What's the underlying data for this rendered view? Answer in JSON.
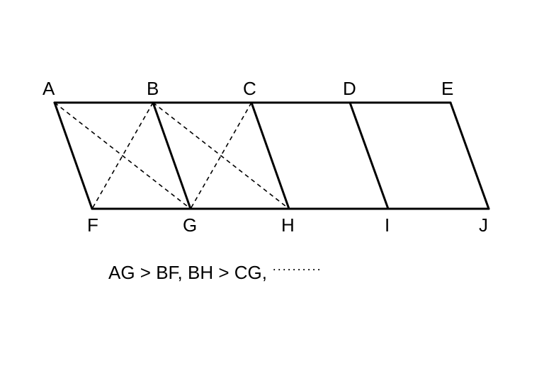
{
  "labels": {
    "A": "A",
    "B": "B",
    "C": "C",
    "D": "D",
    "E": "E",
    "F": "F",
    "G": "G",
    "H": "H",
    "I": "I",
    "J": "J"
  },
  "caption": {
    "text": "AG > BF, BH > CG,",
    "ellipsis": "··········"
  }
}
